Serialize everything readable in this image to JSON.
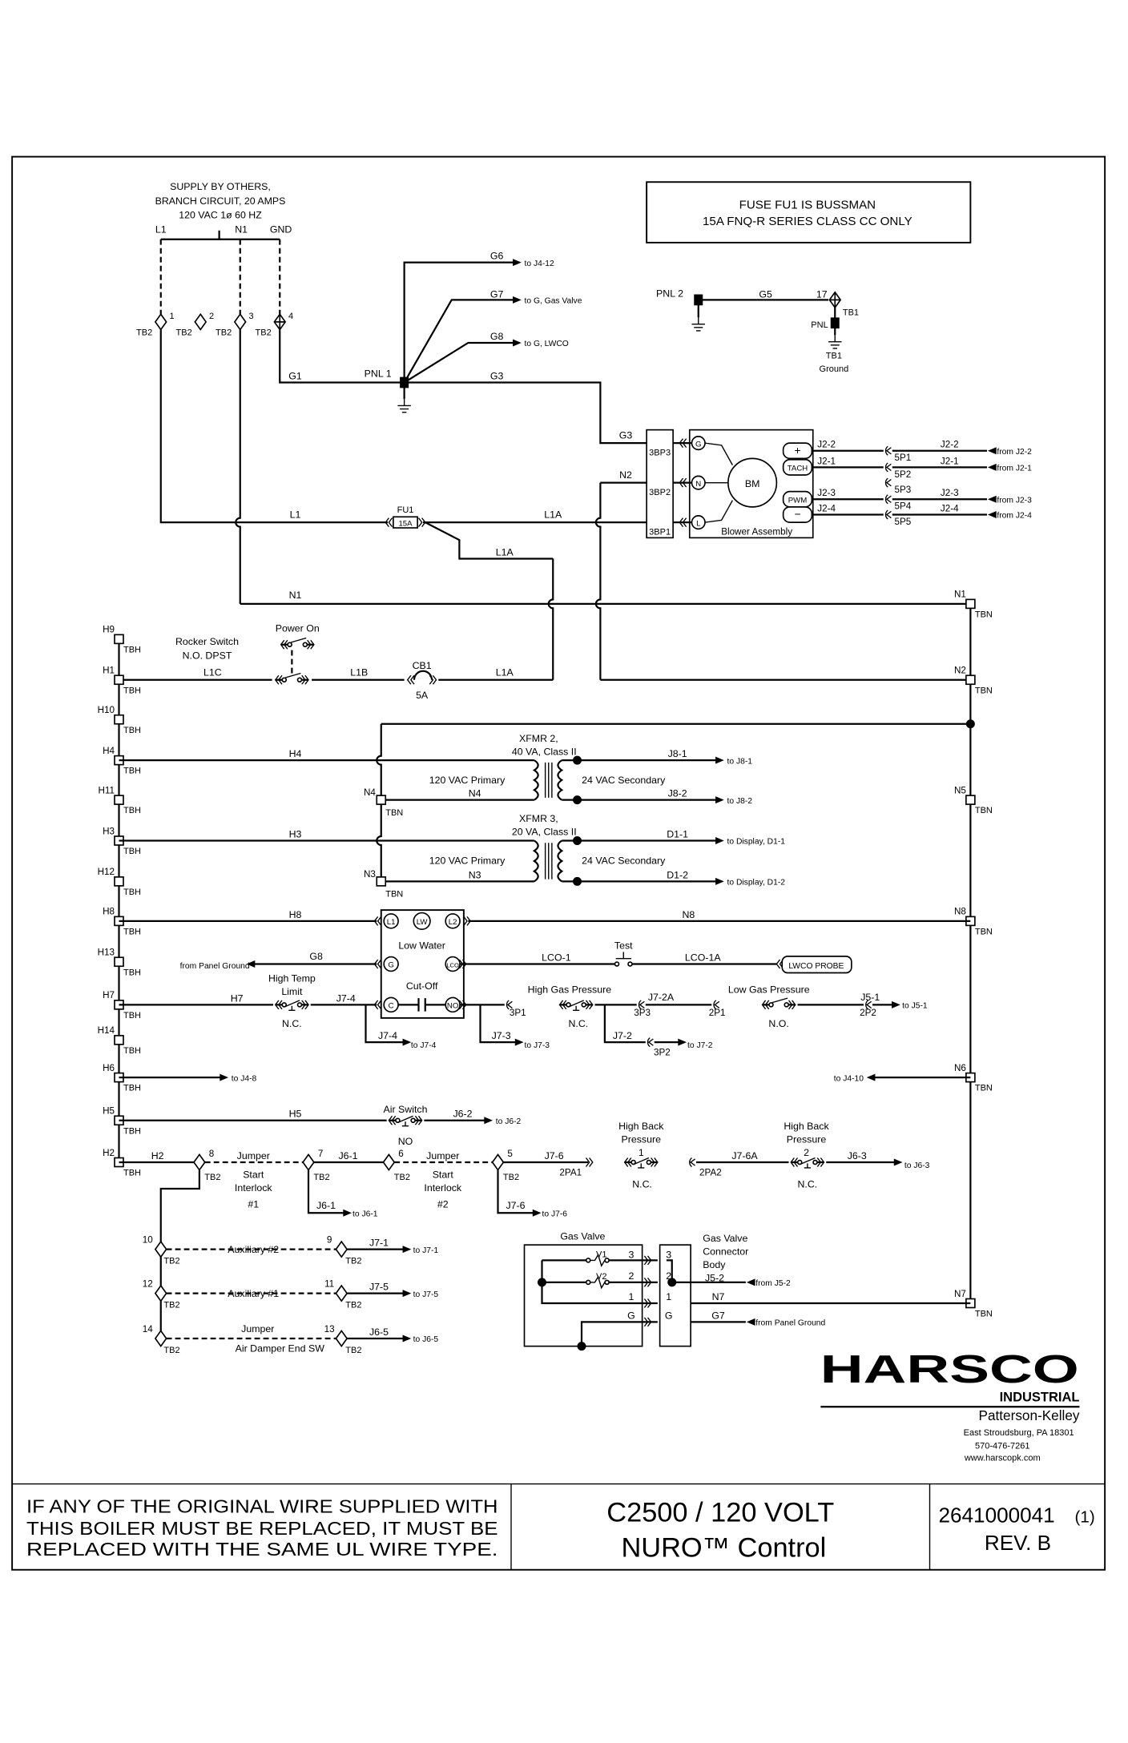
{
  "supply": {
    "line1": "SUPPLY BY OTHERS,",
    "line2": "BRANCH CIRCUIT, 20 AMPS",
    "line3": "120 VAC 1ø 60 HZ",
    "l1": "L1",
    "n1": "N1",
    "gnd": "GND"
  },
  "tb2_top": {
    "label": "TB2",
    "t1": "1",
    "t2": "2",
    "t3": "3",
    "t4": "4"
  },
  "note": {
    "line1": "FUSE FU1 IS BUSSMAN",
    "line2": "15A FNQ-R SERIES CLASS CC ONLY"
  },
  "ground": {
    "g1": "G1",
    "pnl1": "PNL 1",
    "g3": "G3",
    "g6": "G6",
    "g6_dest": "to J4-12",
    "g7": "G7",
    "g7_dest": "to G, Gas Valve",
    "g8": "G8",
    "g8_dest": "to G, LWCO",
    "pnl2": "PNL 2",
    "g5": "G5",
    "tb1_num": "17",
    "tb1": "TB1",
    "pnl": "PNL",
    "tb1_ground": "TB1",
    "ground": "Ground"
  },
  "blower": {
    "g3": "G3",
    "n2": "N2",
    "bp3": "3BP3",
    "bp2": "3BP2",
    "bp1": "3BP1",
    "g": "G",
    "n": "N",
    "l": "L",
    "motor": "BM",
    "title": "Blower Assembly",
    "terminals": [
      "+",
      "TACH",
      "PWM",
      "−"
    ],
    "wires": [
      {
        "wire": "J2-2",
        "plug": "5P1",
        "dest": "from J2-2"
      },
      {
        "wire": "J2-1",
        "plug": "5P2",
        "dest": "from J2-1"
      },
      {
        "wire": "J2-3",
        "plug": "5P4",
        "dest": "from J2-3"
      },
      {
        "wire": "J2-4",
        "plug": "5P5",
        "dest": "from J2-4"
      }
    ],
    "spare_plug": "5P3"
  },
  "power": {
    "l1": "L1",
    "fu1": "FU1",
    "fu1_rating": "15A",
    "l1a": "L1A",
    "l1a_2": "L1A",
    "l1a_3": "L1A",
    "n1": "N1",
    "power_on": "Power On",
    "rocker_title": "Rocker Switch",
    "rocker_type": "N.O. DPST",
    "l1c": "L1C",
    "l1b": "L1B",
    "cb1": "CB1",
    "cb1_rating": "5A"
  },
  "tbh": {
    "label": "TBH",
    "terminals": [
      "H9",
      "H1",
      "H10",
      "H4",
      "H11",
      "H3",
      "H12",
      "H8",
      "H13",
      "H7",
      "H14",
      "H6",
      "H5",
      "H2"
    ]
  },
  "tbn": {
    "label": "TBN",
    "terminals": [
      "N1",
      "N2",
      "N5",
      "N8",
      "N6",
      "N7"
    ]
  },
  "xfmr2": {
    "title": "XFMR 2,",
    "rating": "40 VA, Class II",
    "primary": "120 VAC Primary",
    "secondary": "24 VAC Secondary",
    "h": "H4",
    "n": "N4",
    "n_term": "N4",
    "tbn": "TBN",
    "out1": "J8-1",
    "out1_dest": "to J8-1",
    "out2": "J8-2",
    "out2_dest": "to J8-2"
  },
  "xfmr3": {
    "title": "XFMR 3,",
    "rating": "20 VA, Class II",
    "primary": "120 VAC Primary",
    "secondary": "24 VAC Secondary",
    "h": "H3",
    "n": "N3",
    "n_term": "N3",
    "tbn": "TBN",
    "out1": "D1-1",
    "out1_dest": "to Display, D1-1",
    "out2": "D1-2",
    "out2_dest": "to Display, D1-2"
  },
  "lwco": {
    "h8": "H8",
    "n8": "N8",
    "l1": "L1",
    "lw": "LW",
    "l2": "L2",
    "title1": "Low Water",
    "title2": "Cut-Off",
    "g": "G",
    "lco": "LCO",
    "c": "C",
    "no": "NO",
    "g8": "G8",
    "from_ground": "from Panel Ground",
    "lco1": "LCO-1",
    "test": "Test",
    "lco1a": "LCO-1A",
    "probe": "LWCO PROBE"
  },
  "h7_row": {
    "h7": "H7",
    "limit1": "High Temp",
    "limit2": "Limit",
    "limit_state": "N.C.",
    "j74": "J7-4",
    "p3p1": "3P1",
    "hgp": "High Gas Pressure",
    "hgp_state": "N.C.",
    "p3p3": "3P3",
    "j72a": "J7-2A",
    "p2p1": "2P1",
    "lgp": "Low Gas Pressure",
    "lgp_state": "N.O.",
    "j51": "J5-1",
    "p2p2": "2P2",
    "j51_dest": "to J5-1",
    "b_j74": "J7-4",
    "b_j74_dest": "to J7-4",
    "b_j73": "J7-3",
    "b_j73_dest": "to J7-3",
    "b_j72": "J7-2",
    "p3p2": "3P2",
    "b_j72_dest": "to J7-2"
  },
  "h6_row": {
    "dest": "to J4-8",
    "n6_dest": "to J4-10"
  },
  "h5_row": {
    "h5": "H5",
    "air": "Air Switch",
    "state": "NO",
    "j62": "J6-2",
    "dest": "to J6-2"
  },
  "h2_row": {
    "h2": "H2",
    "tb2": "TB2",
    "t8": "8",
    "jumper1": "Jumper",
    "t7": "7",
    "si1_1": "Start",
    "si1_2": "Interlock",
    "si1_3": "#1",
    "j61": "J6-1",
    "t6": "6",
    "jumper2": "Jumper",
    "si2_1": "Start",
    "si2_2": "Interlock",
    "si2_3": "#2",
    "t5": "5",
    "j76": "J7-6",
    "pa1": "2PA1",
    "hbp1_1": "High Back",
    "hbp1_2": "Pressure",
    "hbp1_3": "1",
    "hbp1_state": "N.C.",
    "pa2": "2PA2",
    "j76a": "J7-6A",
    "hbp2_1": "High Back",
    "hbp2_2": "Pressure",
    "hbp2_3": "2",
    "hbp2_state": "N.C.",
    "j63": "J6-3",
    "j63_dest": "to J6-3",
    "b_j61": "J6-1",
    "b_j61_dest": "to J6-1",
    "b_j76": "J7-6",
    "b_j76_dest": "to J7-6"
  },
  "aux": {
    "t10": "10",
    "aux2": "Auxiliary #2",
    "t9": "9",
    "j71": "J7-1",
    "j71_dest": "to J7-1",
    "t12": "12",
    "aux1": "Auxiliary #1",
    "t11": "11",
    "j75": "J7-5",
    "j75_dest": "to J7-5",
    "t14": "14",
    "jumper": "Jumper",
    "damper": "Air Damper End SW",
    "t13": "13",
    "j65": "J6-5",
    "j65_dest": "to J6-5"
  },
  "gas_valve": {
    "title": "Gas Valve",
    "conn1": "Gas Valve",
    "conn2": "Connector",
    "conn3": "Body",
    "j52": "J5-2",
    "j52_dest": "from J5-2",
    "v1": "V1",
    "v2": "V2",
    "p3": "3",
    "p2": "2",
    "p1": "1",
    "pg": "G",
    "c3": "3",
    "c2": "2",
    "c1": "1",
    "cg": "G",
    "n7": "N7",
    "g7": "G7",
    "g7_dest": "from Panel Ground"
  },
  "logo": {
    "brand": "HARSCO",
    "division": "INDUSTRIAL",
    "company": "Patterson-Kelley",
    "address": "East Stroudsburg, PA 18301",
    "phone": "570-476-7261",
    "web": "www.harscopk.com"
  },
  "title_block": {
    "warning": [
      "IF ANY OF THE ORIGINAL WIRE SUPPLIED WITH",
      "THIS BOILER MUST BE REPLACED, IT MUST BE",
      "REPLACED WITH THE SAME UL WIRE TYPE."
    ],
    "model": "C2500 / 120 VOLT",
    "product": "NURO™ Control",
    "drawing_no": "2641000041",
    "sheet": "(1)",
    "revision": "REV. B"
  }
}
